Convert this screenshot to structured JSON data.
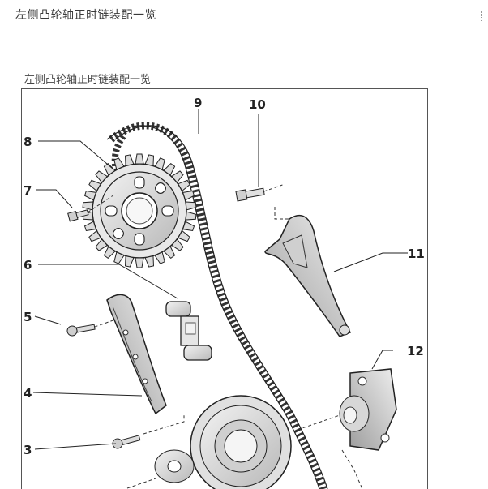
{
  "page": {
    "header_title": "左侧凸轮轴正时链装配一览"
  },
  "figure": {
    "caption": "左侧凸轮轴正时链装配一览",
    "callouts": [
      {
        "number": "8",
        "part": "camshaft-sprocket"
      },
      {
        "number": "9",
        "part": "timing-chain"
      },
      {
        "number": "10",
        "part": "bolt"
      },
      {
        "number": "7",
        "part": "sprocket-bolt"
      },
      {
        "number": "11",
        "part": "chain-tensioner-rail"
      },
      {
        "number": "6",
        "part": "chain-tensioner"
      },
      {
        "number": "5",
        "part": "guide-rail-bolt"
      },
      {
        "number": "12",
        "part": "housing-cover"
      },
      {
        "number": "4",
        "part": "guide-rail"
      },
      {
        "number": "3",
        "part": "guide-rail-bolt-lower"
      }
    ]
  },
  "colors": {
    "line": "#222222",
    "part_fill": "#e4e4e4",
    "part_shadow": "#a8a8a8"
  }
}
